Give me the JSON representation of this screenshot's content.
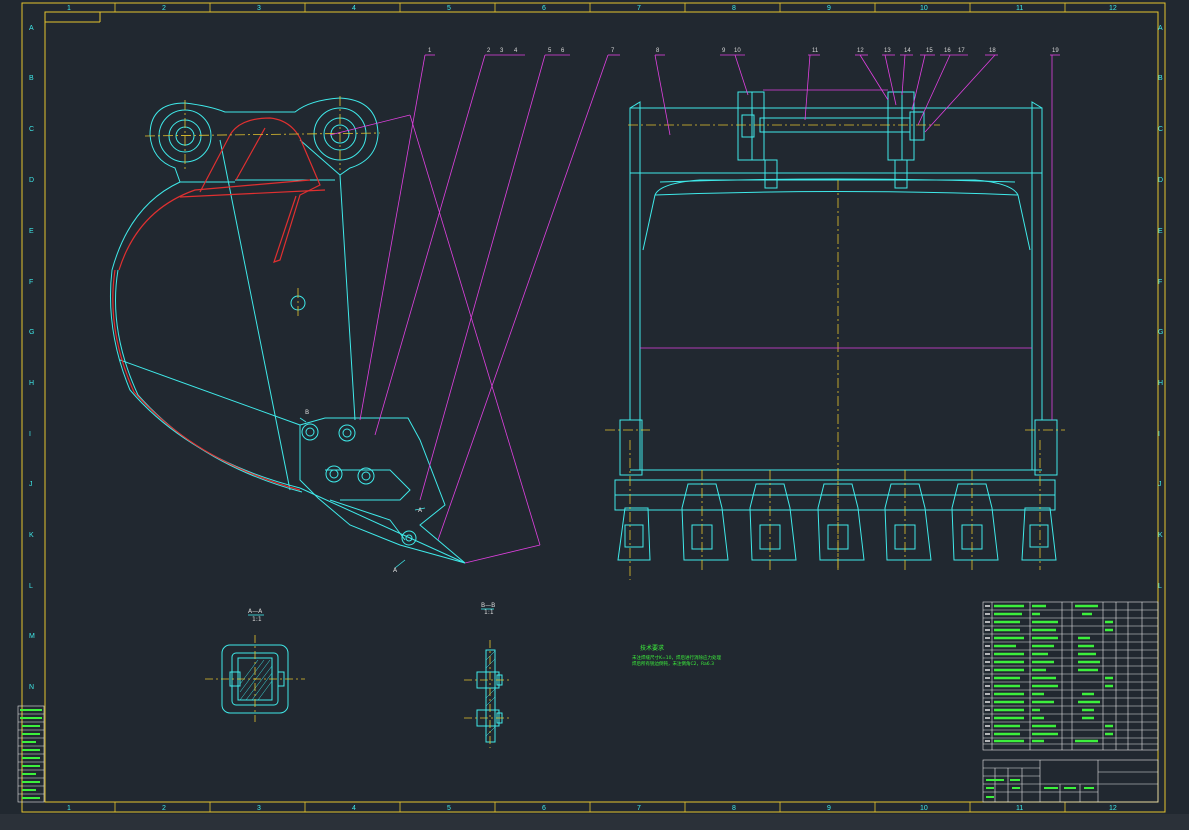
{
  "colors": {
    "background": "#212830",
    "frame": "#e5c32e",
    "outline": "#3fe9e9",
    "leader": "#e040e0",
    "weld": "#e03030",
    "centerline": "#e5c32e",
    "text": "#3cf03c",
    "statusbar": "#2b3139"
  },
  "ruler": {
    "columns": [
      "1",
      "2",
      "3",
      "4",
      "5",
      "6",
      "7",
      "8",
      "9",
      "10",
      "11",
      "12"
    ],
    "rows": [
      "A",
      "B",
      "C",
      "D",
      "E",
      "F",
      "G",
      "H",
      "I",
      "J",
      "K",
      "L",
      "M",
      "N"
    ]
  },
  "balloons": [
    "1",
    "2",
    "3",
    "4",
    "5",
    "6",
    "7",
    "8",
    "9",
    "10",
    "11",
    "12",
    "13",
    "14",
    "15",
    "16",
    "17",
    "18",
    "19"
  ],
  "section_labels": {
    "a_title": "A—A",
    "a_scale": "1:1",
    "b_title": "B—B",
    "b_scale": "1:1",
    "a_marker": "A",
    "b_marker": "B"
  },
  "tech_notes": {
    "title": "技术要求",
    "line1": "未注焊缝尺寸K=10，焊后进行消除应力处理",
    "line2": "焊后所有锐边倒钝，未注倒角C2，Ra6.3"
  }
}
